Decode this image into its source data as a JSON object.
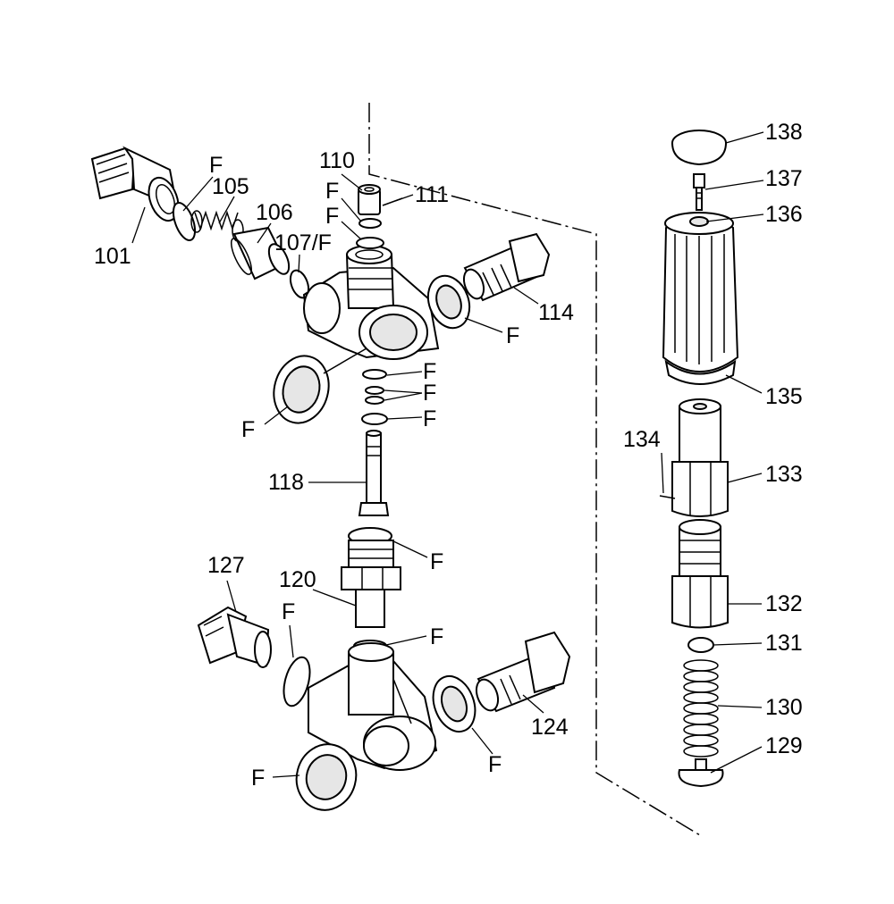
{
  "labels": {
    "p101": "101",
    "p105": "105",
    "p106": "106",
    "p107": "107/F",
    "p110": "110",
    "p111": "111",
    "p114": "114",
    "p118": "118",
    "p120": "120",
    "p124": "124",
    "p127": "127",
    "p129": "129",
    "p130": "130",
    "p131": "131",
    "p132": "132",
    "p133": "133",
    "p134": "134",
    "p135": "135",
    "p136": "136",
    "p137": "137",
    "p138": "138",
    "f_105": "F",
    "f_110a": "F",
    "f_110b": "F",
    "f_right_upper": "F",
    "f_left_upper": "F",
    "f_ring1": "F",
    "f_ring2": "F",
    "f_ring3": "F",
    "f_top120": "F",
    "f_127": "F",
    "f_valve2": "F",
    "f_right_lower": "F",
    "f_left_lower": "F"
  }
}
